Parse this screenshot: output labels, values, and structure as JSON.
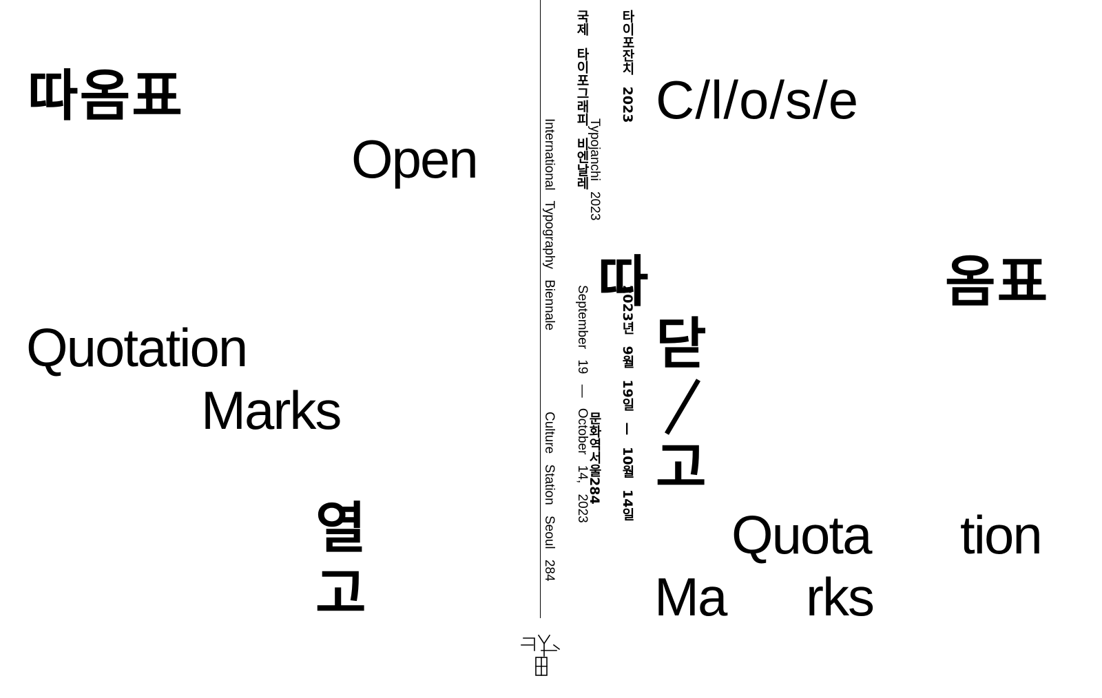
{
  "left": {
    "title_ko": "따옴표",
    "open": "Open",
    "quotation": "Quotation",
    "marks": "Marks",
    "yeol": "열",
    "go": "고"
  },
  "spine": {
    "line1": "타이포잔치 2023",
    "line2": "국제 타이포그래피 비엔날레",
    "line3": "Typojanchi 2023",
    "line4": "International Typography Biennale",
    "line5": "2023년 9월 19일 — 10월 14일",
    "line6": "September 19 — October 14, 2023",
    "line7": "문화역서울284",
    "line8": "Culture Station Seoul 284",
    "logo_icon": "typojanchi-logo-icon"
  },
  "right": {
    "close": "C/l/o/s/e",
    "tta": "따",
    "eumpyo": "옴표",
    "dat": "닫",
    "slash_icon": "slash-icon",
    "go": "고",
    "quota": "Quota",
    "tion": "tion",
    "ma": "Ma",
    "rks": "rks"
  }
}
